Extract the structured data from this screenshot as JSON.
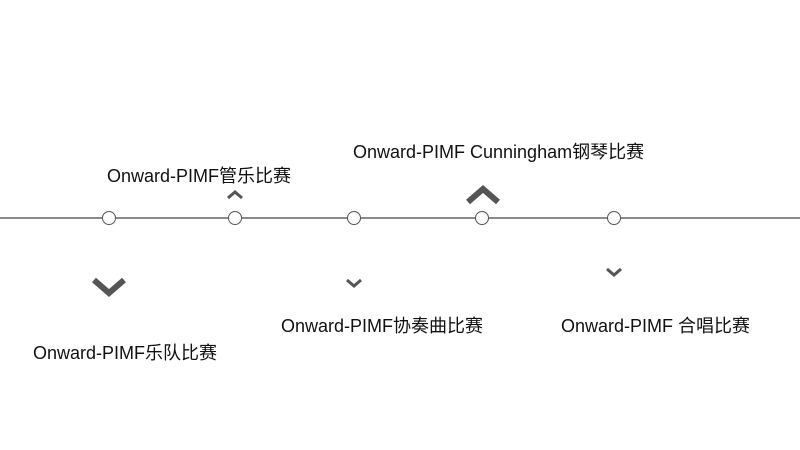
{
  "timeline": {
    "events": [
      {
        "label": "Onward-PIMF乐队比赛",
        "marker": "chevron-down-icon"
      },
      {
        "label": "Onward-PIMF管乐比赛",
        "marker": "chevron-up-icon"
      },
      {
        "label": "Onward-PIMF协奏曲比赛",
        "marker": "chevron-down-icon"
      },
      {
        "label": "Onward-PIMF Cunningham钢琴比赛",
        "marker": "chevron-up-icon"
      },
      {
        "label": "Onward-PIMF 合唱比赛",
        "marker": "chevron-down-icon"
      }
    ],
    "colors": {
      "line": "#8a8a8a",
      "chevron": "#555555",
      "node_stroke": "#555555"
    }
  }
}
